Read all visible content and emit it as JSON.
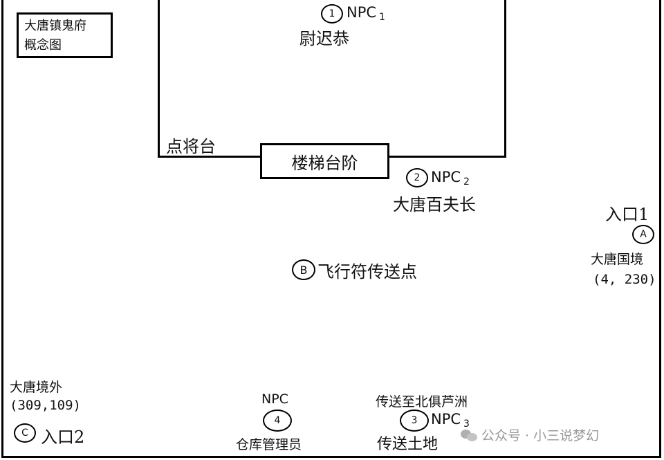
{
  "title": {
    "line1": "大唐镇鬼府",
    "line2": "概念图"
  },
  "npc1": {
    "marker": "1",
    "label": "NPC",
    "num": "1",
    "name": "尉迟恭"
  },
  "dianjiangtai": "点将台",
  "stairs": "楼梯台阶",
  "npc2": {
    "marker": "2",
    "label": "NPC",
    "num": "2",
    "name": "大唐百夫长"
  },
  "entrance1": {
    "label": "入口1",
    "marker": "A",
    "dest": "大唐国境",
    "coords": "(4, 230)"
  },
  "flight_point": {
    "marker": "B",
    "label": "飞行符传送点"
  },
  "entrance2": {
    "dest": "大唐境外",
    "coords": "(309,109)",
    "marker": "C",
    "label": "入口2"
  },
  "npc4": {
    "label": "NPC",
    "marker": "4",
    "name": "仓库管理员"
  },
  "npc3": {
    "note": "传送至北俱芦洲",
    "marker": "3",
    "label": "NPC",
    "num": "3",
    "name": "传送土地"
  },
  "watermark": "公众号 · 小三说梦幻"
}
